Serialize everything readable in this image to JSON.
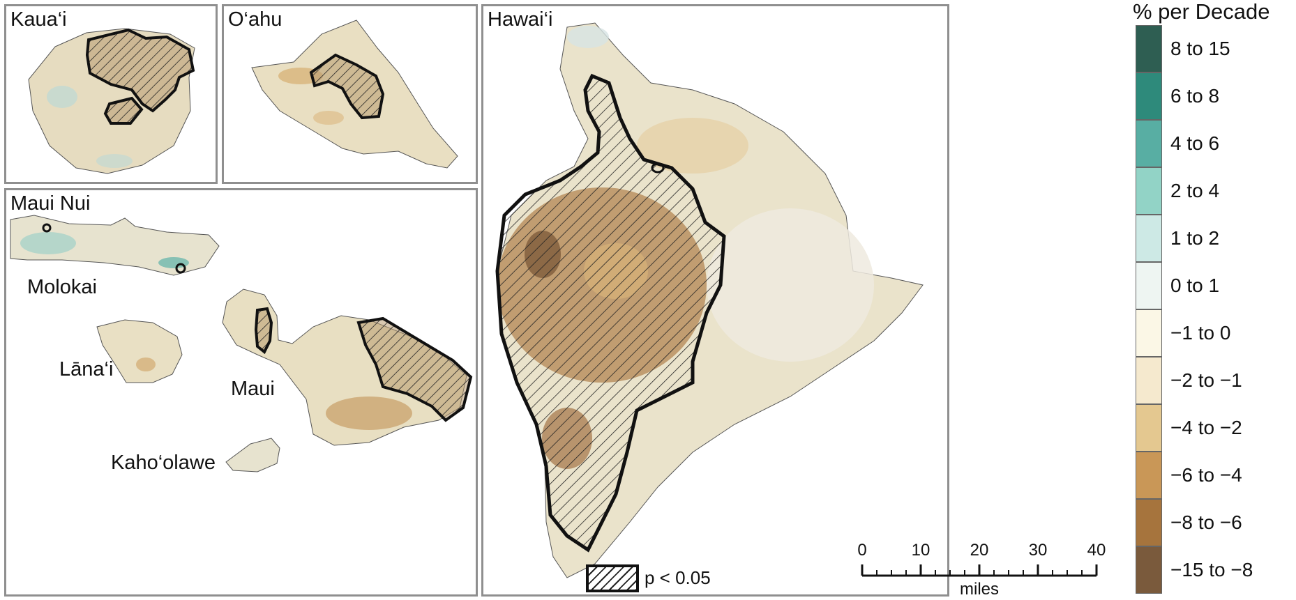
{
  "panels": {
    "kauai": "Kaua‘i",
    "oahu": "O‘ahu",
    "maui_nui": "Maui Nui",
    "hawaii": "Hawai‘i"
  },
  "island_labels": {
    "molokai": "Molokai",
    "lanai": "Lāna‘i",
    "maui": "Maui",
    "kahoolawe": "Kaho‘olawe"
  },
  "legend": {
    "title": "% per Decade",
    "items": [
      {
        "label": "8 to 15",
        "color": "#2e5e52"
      },
      {
        "label": "6 to 8",
        "color": "#2e8a7b"
      },
      {
        "label": "4 to 6",
        "color": "#58aea3"
      },
      {
        "label": "2 to 4",
        "color": "#92d3c6"
      },
      {
        "label": "1 to 2",
        "color": "#cde9e5"
      },
      {
        "label": "0 to 1",
        "color": "#eef5f2"
      },
      {
        "label": "−1 to 0",
        "color": "#fbf7e6"
      },
      {
        "label": "−2 to −1",
        "color": "#f5e9ce"
      },
      {
        "label": "−4 to −2",
        "color": "#e4c890"
      },
      {
        "label": "−6 to −4",
        "color": "#c99757"
      },
      {
        "label": "−8 to −6",
        "color": "#a6743d"
      },
      {
        "label": "−15 to −8",
        "color": "#7a5a3c"
      }
    ]
  },
  "significance": {
    "label": "p < 0.05"
  },
  "scale_bar": {
    "ticks": [
      "0",
      "10",
      "20",
      "30",
      "40"
    ],
    "units": "miles"
  },
  "colors": {
    "panel_border": "#8f8f8f",
    "base_land": "#ece6cf",
    "outline": "#111111"
  }
}
